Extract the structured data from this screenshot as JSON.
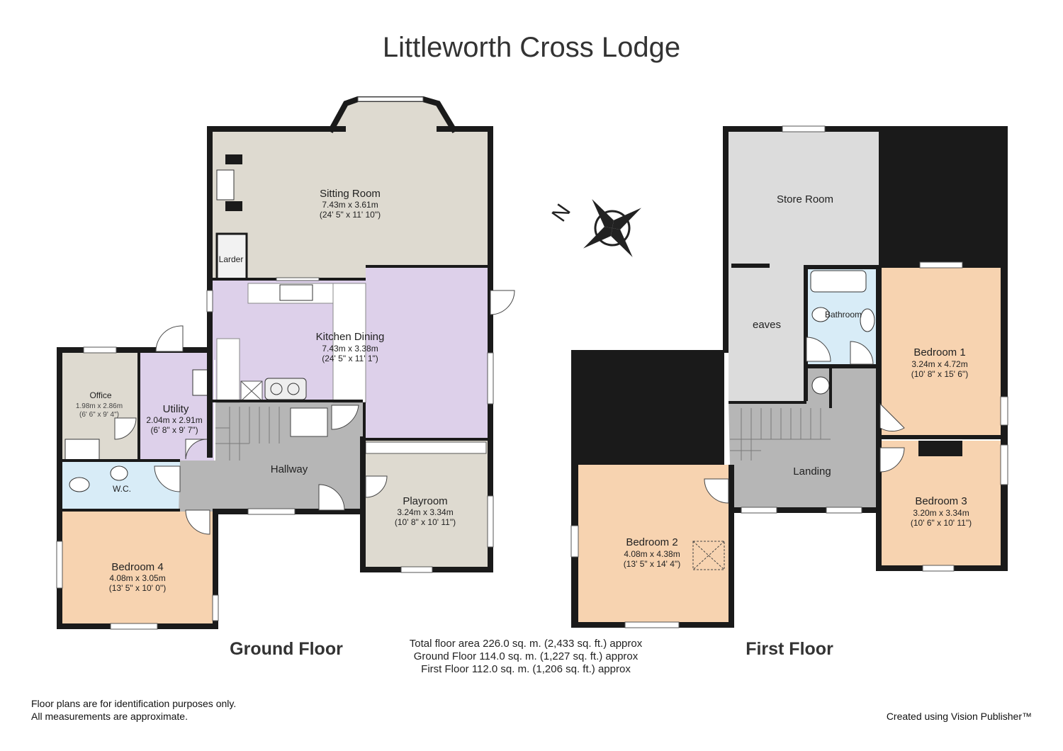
{
  "title": "Littleworth Cross Lodge",
  "floors": {
    "ground": "Ground Floor",
    "first": "First Floor"
  },
  "rooms": {
    "sitting": {
      "name": "Sitting Room",
      "dim_m": "7.43m x 3.61m",
      "dim_ft": "(24' 5\" x 11' 10\")"
    },
    "larder": {
      "name": "Larder"
    },
    "kitchen": {
      "name": "Kitchen Dining",
      "dim_m": "7.43m x 3.38m",
      "dim_ft": "(24' 5\" x 11' 1\")"
    },
    "office": {
      "name": "Office",
      "dim_m": "1.98m x 2.86m",
      "dim_ft": "(6' 6\" x 9' 4\")"
    },
    "utility": {
      "name": "Utility",
      "dim_m": "2.04m x 2.91m",
      "dim_ft": "(6' 8\" x 9' 7\")"
    },
    "wc": {
      "name": "W.C."
    },
    "hallway": {
      "name": "Hallway"
    },
    "playroom": {
      "name": "Playroom",
      "dim_m": "3.24m x 3.34m",
      "dim_ft": "(10' 8\" x 10' 11\")"
    },
    "bedroom4": {
      "name": "Bedroom 4",
      "dim_m": "4.08m x 3.05m",
      "dim_ft": "(13' 5\" x 10' 0\")"
    },
    "store": {
      "name": "Store Room"
    },
    "eaves": {
      "name": "eaves"
    },
    "bathroom": {
      "name": "Bathroom"
    },
    "bedroom1": {
      "name": "Bedroom 1",
      "dim_m": "3.24m x 4.72m",
      "dim_ft": "(10' 8\" x 15' 6\")"
    },
    "landing": {
      "name": "Landing"
    },
    "bedroom2": {
      "name": "Bedroom 2",
      "dim_m": "4.08m x 4.38m",
      "dim_ft": "(13' 5\" x 14' 4\")"
    },
    "bedroom3": {
      "name": "Bedroom 3",
      "dim_m": "3.20m x 3.34m",
      "dim_ft": "(10' 6\" x 10' 11\")"
    }
  },
  "areas": {
    "total": "Total floor area 226.0 sq. m. (2,433 sq. ft.) approx",
    "ground": "Ground Floor 114.0 sq. m. (1,227 sq. ft.) approx",
    "first": "First Floor 112.0 sq. m. (1,206 sq. ft.) approx"
  },
  "disclaimer": {
    "line1": "Floor plans are for identification purposes only.",
    "line2": "All measurements are approximate."
  },
  "credit": "Created using Vision Publisher™",
  "compass": {
    "north_label": "N"
  },
  "colors": {
    "sitting": "#dedad0",
    "kitchen": "#ddd0ea",
    "utility": "#ddd0ea",
    "office": "#dedad0",
    "wc": "#d8ecf7",
    "hallway": "#b6b6b6",
    "playroom": "#dedad0",
    "bedroom": "#f7d3b0",
    "store": "#dcdcdc",
    "bathroom": "#d8ecf7",
    "landing": "#b6b6b6",
    "wall": "#1a1a1a",
    "void": "#1a1a1a"
  }
}
